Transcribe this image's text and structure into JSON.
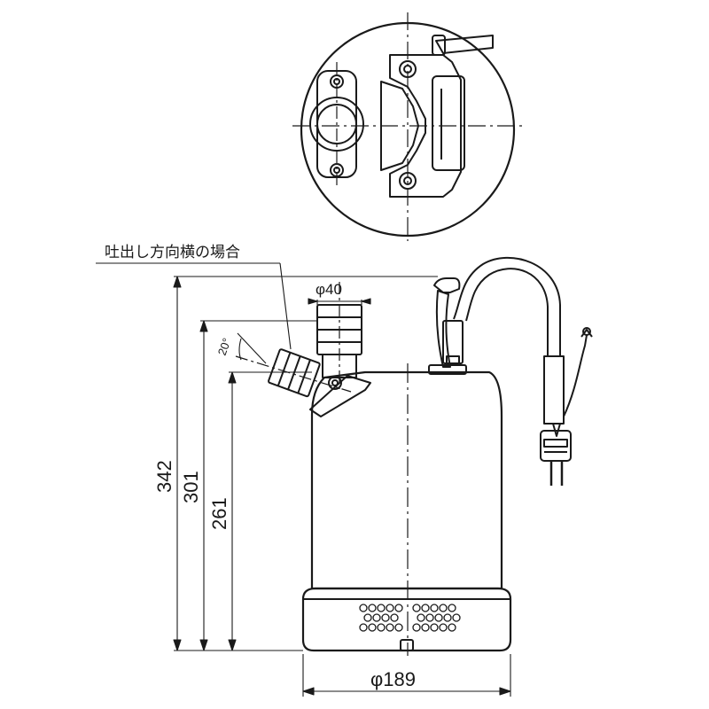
{
  "drawing": {
    "side_note": "吐出し方向横の場合",
    "dims": {
      "outlet_diameter": "φ40",
      "base_diameter": "φ189",
      "angle": "20°",
      "height_total": "342",
      "height_outlet_side": "301",
      "height_discharge": "261"
    }
  },
  "colors": {
    "line": "#1a1a1a",
    "background": "#ffffff"
  }
}
